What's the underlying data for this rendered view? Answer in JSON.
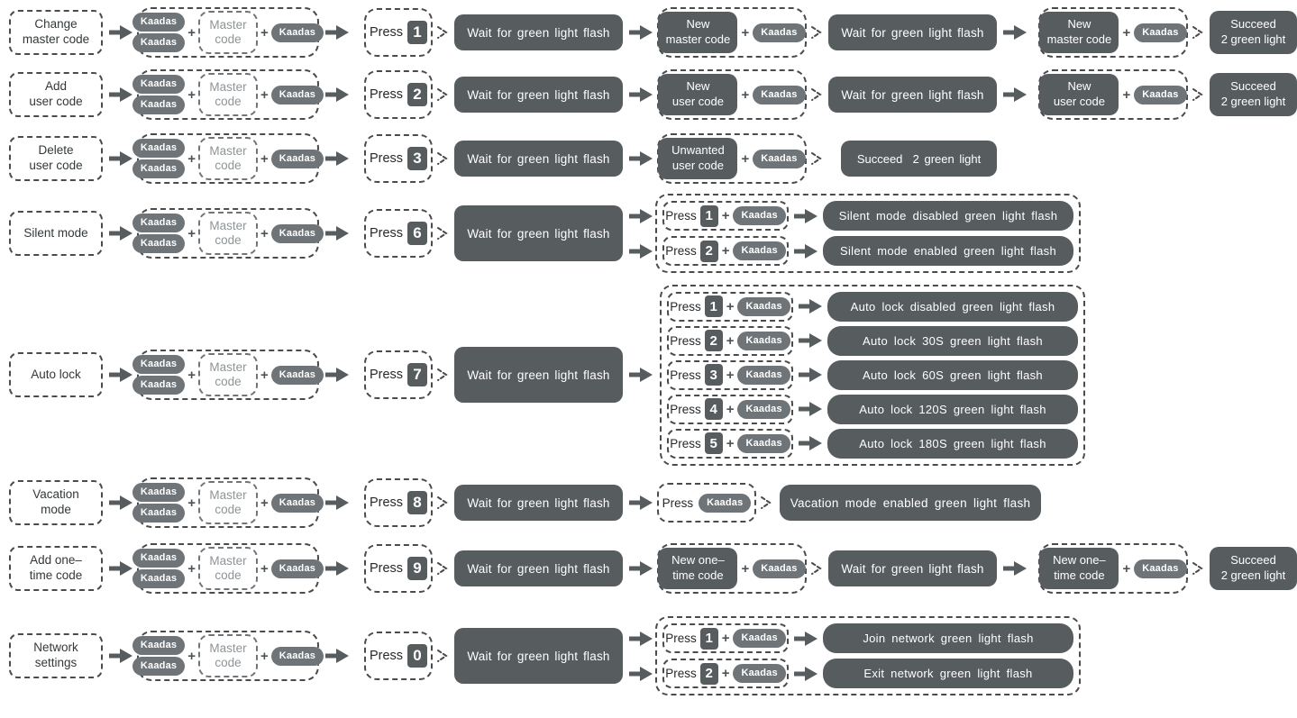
{
  "colors": {
    "box_dark": "#575c5f",
    "pill_gray": "#6e7477",
    "dashed_border": "#4b4b4b",
    "text_dark": "#33383a",
    "text_muted": "#8f9497",
    "background": "#ffffff"
  },
  "shared": {
    "kaadas": "Kaadas",
    "plus": "+",
    "master_code_line1": "Master",
    "master_code_line2": "code",
    "press": "Press",
    "wait": "Wait for green light flash",
    "succeed_line1": "Succeed",
    "succeed_line2": "2 green light",
    "succeed_inline": "Succeed  2 green light"
  },
  "rows": [
    {
      "label_line1": "Change",
      "label_line2": "master code",
      "digit": "1",
      "code_line1": "New",
      "code_line2": "master code"
    },
    {
      "label_line1": "Add",
      "label_line2": "user code",
      "digit": "2",
      "code_line1": "New",
      "code_line2": "user code"
    },
    {
      "label_line1": "Delete",
      "label_line2": "user code",
      "digit": "3",
      "code_line1": "Unwanted",
      "code_line2": "user code"
    },
    {
      "label_line1": "Silent mode",
      "digit": "6",
      "branches": [
        {
          "digit": "1",
          "result": "Silent mode disabled green light flash"
        },
        {
          "digit": "2",
          "result": "Silent mode enabled green light flash"
        }
      ]
    },
    {
      "label_line1": "Auto lock",
      "digit": "7",
      "branches": [
        {
          "digit": "1",
          "result": "Auto lock disabled green light flash"
        },
        {
          "digit": "2",
          "result": "Auto lock 30S green light flash"
        },
        {
          "digit": "3",
          "result": "Auto lock 60S green light flash"
        },
        {
          "digit": "4",
          "result": "Auto lock 120S green light flash"
        },
        {
          "digit": "5",
          "result": "Auto lock 180S green light flash"
        }
      ]
    },
    {
      "label_line1": "Vacation",
      "label_line2": "mode",
      "digit": "8",
      "result": "Vacation mode enabled green light flash"
    },
    {
      "label_line1": "Add one–",
      "label_line2": "time code",
      "digit": "9",
      "code_line1": "New one–",
      "code_line2": "time code"
    },
    {
      "label_line1": "Network",
      "label_line2": "settings",
      "digit": "0",
      "branches": [
        {
          "digit": "1",
          "result": "Join network green light flash"
        },
        {
          "digit": "2",
          "result": "Exit network green light flash"
        }
      ]
    }
  ]
}
